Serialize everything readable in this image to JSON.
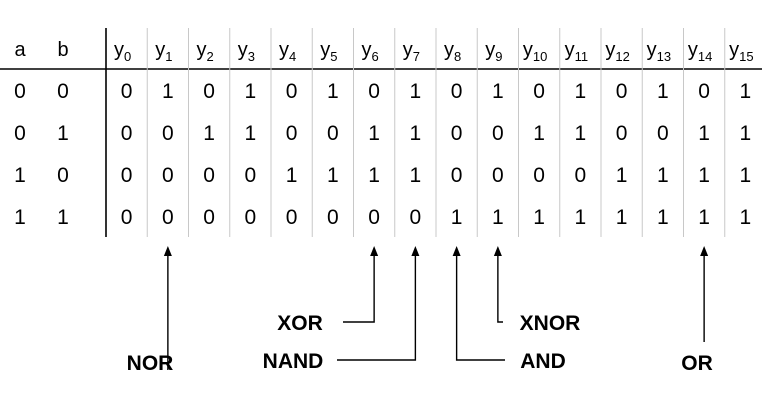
{
  "table": {
    "input_headers": [
      "a",
      "b"
    ],
    "output_prefix": "y",
    "output_indices": [
      "0",
      "1",
      "2",
      "3",
      "4",
      "5",
      "6",
      "7",
      "8",
      "9",
      "10",
      "11",
      "12",
      "13",
      "14",
      "15"
    ],
    "rows": [
      {
        "inputs": [
          "0",
          "0"
        ],
        "outputs": [
          "0",
          "1",
          "0",
          "1",
          "0",
          "1",
          "0",
          "1",
          "0",
          "1",
          "0",
          "1",
          "0",
          "1",
          "0",
          "1"
        ]
      },
      {
        "inputs": [
          "0",
          "1"
        ],
        "outputs": [
          "0",
          "0",
          "1",
          "1",
          "0",
          "0",
          "1",
          "1",
          "0",
          "0",
          "1",
          "1",
          "0",
          "0",
          "1",
          "1"
        ]
      },
      {
        "inputs": [
          "1",
          "0"
        ],
        "outputs": [
          "0",
          "0",
          "0",
          "0",
          "1",
          "1",
          "1",
          "1",
          "0",
          "0",
          "0",
          "0",
          "1",
          "1",
          "1",
          "1"
        ]
      },
      {
        "inputs": [
          "1",
          "1"
        ],
        "outputs": [
          "0",
          "0",
          "0",
          "0",
          "0",
          "0",
          "0",
          "0",
          "1",
          "1",
          "1",
          "1",
          "1",
          "1",
          "1",
          "1"
        ]
      }
    ]
  },
  "annotations": [
    {
      "label": "NOR",
      "column": "1"
    },
    {
      "label": "XOR",
      "column": "6"
    },
    {
      "label": "NAND",
      "column": "7"
    },
    {
      "label": "AND",
      "column": "8"
    },
    {
      "label": "XNOR",
      "column": "9"
    },
    {
      "label": "OR",
      "column": "14"
    }
  ]
}
